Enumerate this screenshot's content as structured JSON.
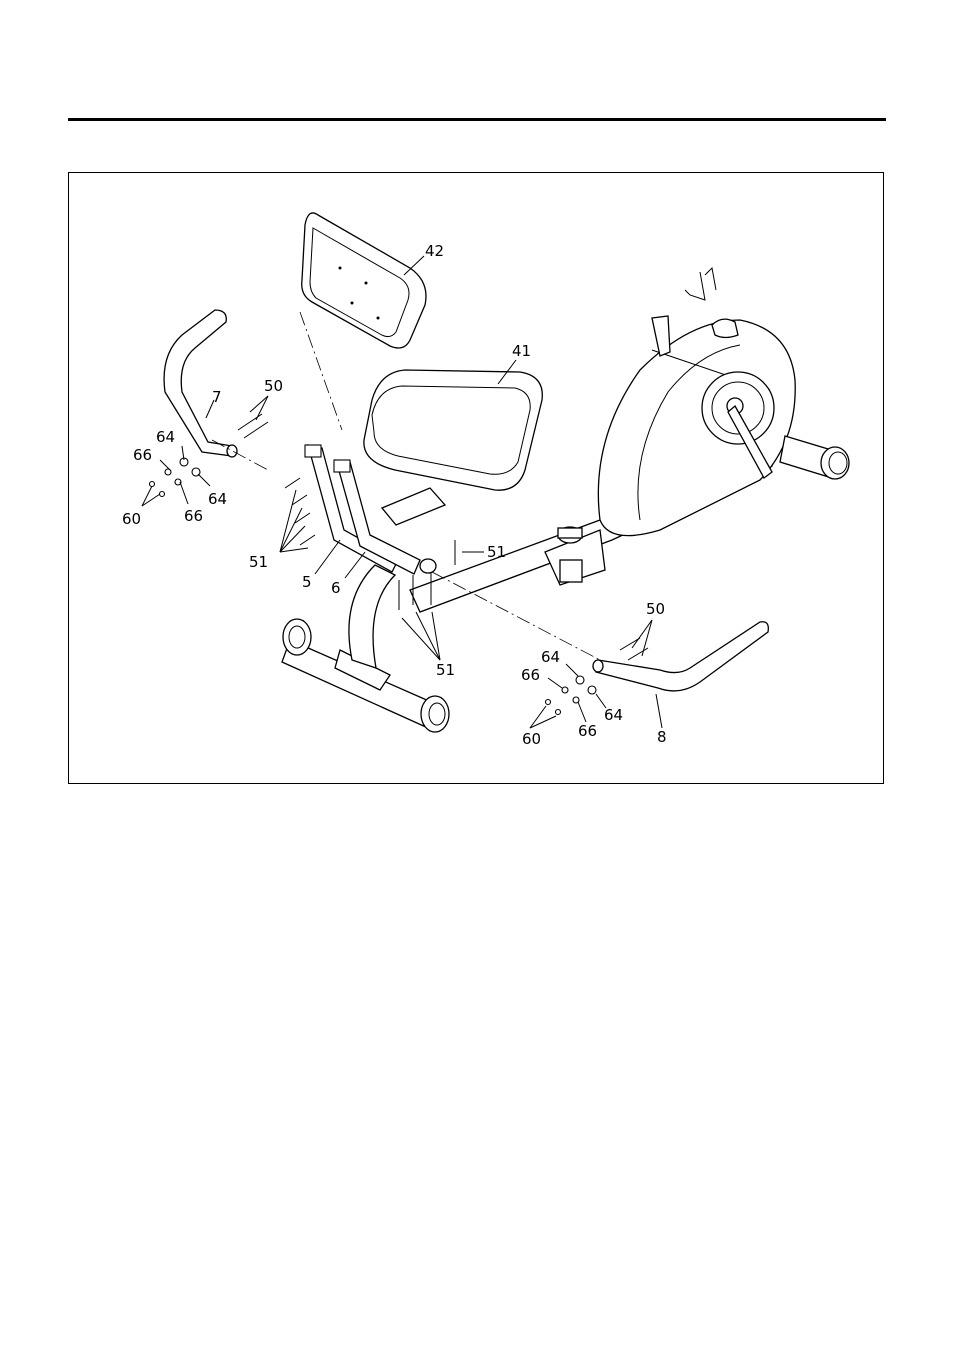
{
  "figure": {
    "labels": {
      "seat_back": "42",
      "seat": "41",
      "left_handlebar": "7",
      "left_bolts": "50",
      "left_washer_a": "64",
      "left_nut_a": "66",
      "left_washer_b": "64",
      "left_bolt_caps": "60",
      "left_nut_b": "66",
      "seat_bolts": "51",
      "seat_frame_a": "5",
      "seat_frame_b": "6",
      "carriage_bolt": "51",
      "carriage_bolts_lower": "51",
      "right_bolts": "50",
      "right_washer_a": "64",
      "right_nut_a": "66",
      "right_washer_b": "64",
      "right_bolt_caps": "60",
      "right_nut_b": "66",
      "right_handlebar": "8"
    }
  }
}
